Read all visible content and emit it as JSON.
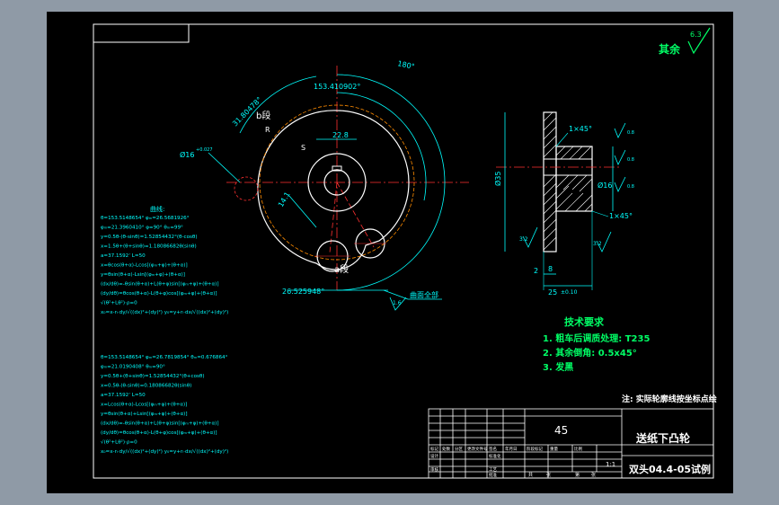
{
  "colors": {
    "background": "#000000",
    "frame": "#ffffff",
    "part_outline": "#ffffff",
    "dimension": "#00ffff",
    "center_line": "#ff3030",
    "pitch_curve": "#ff8c00",
    "notes_green": "#00ff66",
    "surround": "#8f9aa6"
  },
  "surface_finish": {
    "label": "其余",
    "value": "6.3"
  },
  "front_view": {
    "dims": {
      "angle_180": "180°",
      "angle_153": "153.410902°",
      "angle_31": "31.80478°",
      "angle_26": "26.525948°",
      "dia_16": "Ø16",
      "tol_16": "+0.027",
      "dim_22": "22.8",
      "dim_14": "14.1",
      "surf_1_6": "1.6"
    },
    "labels": {
      "b_segment": "b段",
      "a_segment": "a段",
      "r": "R",
      "s": "S",
      "face_full": "曲面全部"
    }
  },
  "side_view": {
    "dims": {
      "chamfer_top": "1×45°",
      "chamfer_bottom": "1×45°",
      "dia_left": "Ø35",
      "dia_right": "Ø16",
      "w2": "2",
      "w8": "8",
      "w25": "25",
      "tol": "±0.10",
      "surf_a": "3.2",
      "surf_b": "3.2",
      "small_v1": "0.8",
      "small_v2": "0.8",
      "small_v3": "0.8"
    }
  },
  "formula_block_1": {
    "title": "曲线:",
    "lines": [
      "θ=153.5148654°  φₘ=26.5681926°",
      "φₘ=21.3960410°  φ=90°  θₘ=99°",
      "y=0.5θ-(θ-sinθ)=1.52854432°(θ-cosθ)",
      "x=1.5θ+(θ+sinθ)=1.18086682θ(sinθ)",
      "a=37.1592ʼ  L=50",
      "x=θcos(θ+α)-Lcos[(φₘ+φ)+(θ+α)]",
      "y=θsin(θ+α)-Lsin[(φₘ+φ)+(θ+α)]",
      "(dx/dθ)=-θsin(θ+α)+L(θ+φ)sin[(φₘ+φ)+(θ+α)]",
      "(dy/dθ)=θcos(θ+α)-L(θ+φ)cos[(φₘ+φ)+(θ+α)]",
      "√(θ²+Lθ²)·ρ=0",
      "x₀=x-rᵢ·dy/√((dx)²+(dy)²)   y₀=y+rᵢ·dx/√((dx)²+(dy)²)"
    ]
  },
  "formula_block_2": {
    "lines": [
      "θ=153.5148654°  φₘ=26.7819854°  θₘ=0.676864°",
      "φₘ=21.0190408°  θₘ=90°",
      "y=0.5θ+(θ+sinθ)=1.52854432°(θ+cosθ)",
      "x=0.5θ-(θ-sinθ)=0.18086682θ(sinθ)",
      "a=37.1592ʼ  L=50",
      "x=Lcos(θ+α)-Lcos[(φₘ+φ)+(θ+α)]",
      "y=θsin(θ+α)+Lsin[(φₘ+φ)+(θ+α)]",
      "(dx/dθ)=-θsin(θ+α)+L(θ+φ)sin[(φₘ+φ)+(θ+α)]",
      "(dy/dθ)=θcos(θ+α)-L(θ+φ)cos[(φₘ+φ)+(θ+α)]",
      "√(θ²+Lθ²)·ρ=0",
      "x₀=x-rᵢ·dy/√((dx)²+(dy)²)   y₀=y+rᵢ·dx/√((dx)²+(dy)²)"
    ]
  },
  "tech_requirements": {
    "title": "技术要求",
    "items": [
      "1. 粗车后调质处理: T235",
      "2. 其余倒角: 0.5x45°",
      "3. 发黑"
    ]
  },
  "note": "注: 实际轮廓线按坐标点绘",
  "title_block": {
    "material": "45",
    "part_name": "送纸下凸轮",
    "drawing_no": "双头04.4-05试例",
    "scale": "1:1",
    "header_cells": [
      "标记",
      "处数",
      "分区",
      "更改文件号",
      "签名",
      "年月日"
    ],
    "role_cells": [
      "设计",
      "",
      "标准化",
      "",
      "",
      "",
      "审核",
      "",
      "工艺",
      "",
      "批准"
    ],
    "stage_cells": [
      "阶段标记",
      "重量",
      "比例"
    ],
    "sheet_cells": [
      "共",
      "张",
      "第",
      "张"
    ]
  }
}
